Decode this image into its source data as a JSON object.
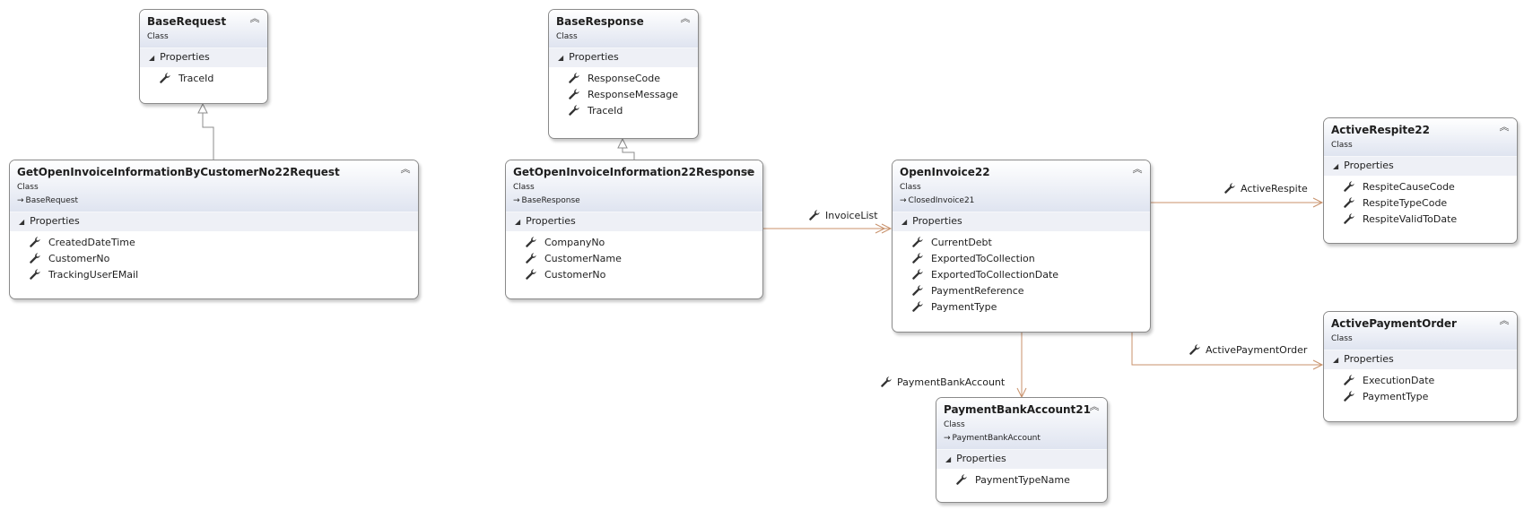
{
  "diagram": {
    "title": "",
    "kind_label": "Class",
    "section_label": "Properties",
    "section_toggle_glyph": "◢",
    "collapse_glyph": "︽",
    "base_arrow_glyph": "→",
    "colors": {
      "edge_inheritance": "#8c8c8c",
      "edge_association": "#c8916b",
      "header_gradient_end": "#dfe4f0",
      "section_bg": "#eef0f6",
      "border": "#8a8a8a"
    }
  },
  "classes": {
    "base_request": {
      "name": "BaseRequest",
      "kind": "Class",
      "properties": [
        "TraceId"
      ]
    },
    "base_response": {
      "name": "BaseResponse",
      "kind": "Class",
      "properties": [
        "ResponseCode",
        "ResponseMessage",
        "TraceId"
      ]
    },
    "get_open_invoice_request": {
      "name": "GetOpenInvoiceInformationByCustomerNo22Request",
      "kind": "Class",
      "base": "BaseRequest",
      "properties": [
        "CreatedDateTime",
        "CustomerNo",
        "TrackingUserEMail"
      ]
    },
    "get_open_invoice_response": {
      "name": "GetOpenInvoiceInformation22Response",
      "kind": "Class",
      "base": "BaseResponse",
      "properties": [
        "CompanyNo",
        "CustomerName",
        "CustomerNo"
      ]
    },
    "open_invoice": {
      "name": "OpenInvoice22",
      "kind": "Class",
      "base": "ClosedInvoice21",
      "properties": [
        "CurrentDebt",
        "ExportedToCollection",
        "ExportedToCollectionDate",
        "PaymentReference",
        "PaymentType"
      ]
    },
    "active_respite": {
      "name": "ActiveRespite22",
      "kind": "Class",
      "properties": [
        "RespiteCauseCode",
        "RespiteTypeCode",
        "RespiteValidToDate"
      ]
    },
    "active_payment_order": {
      "name": "ActivePaymentOrder",
      "kind": "Class",
      "properties": [
        "ExecutionDate",
        "PaymentType"
      ]
    },
    "payment_bank_account": {
      "name": "PaymentBankAccount21",
      "kind": "Class",
      "base": "PaymentBankAccount",
      "properties": [
        "PaymentTypeName"
      ]
    }
  },
  "associations": {
    "invoice_list": "InvoiceList",
    "active_respite": "ActiveRespite",
    "active_payment_order": "ActivePaymentOrder",
    "payment_bank_account": "PaymentBankAccount"
  }
}
